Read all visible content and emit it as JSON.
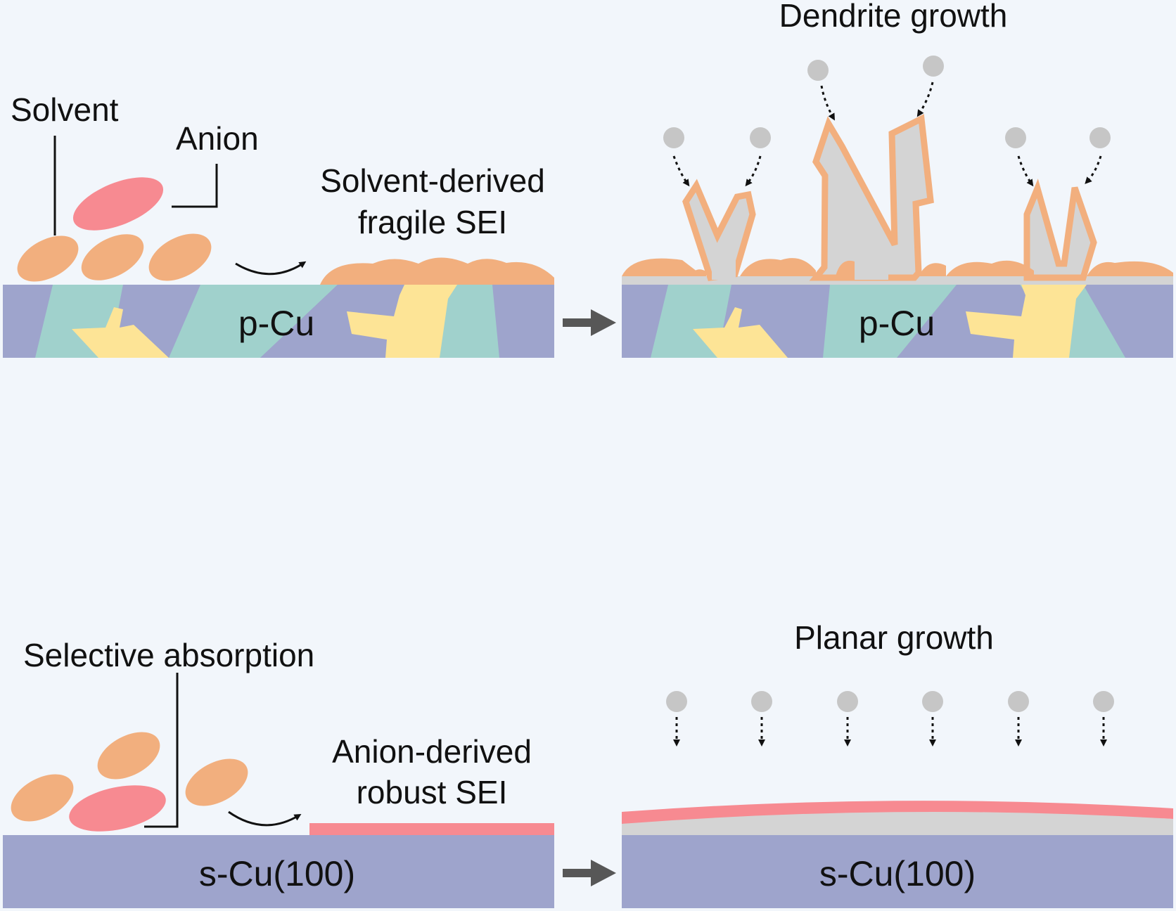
{
  "colors": {
    "background": "#f2f6fb",
    "substrate_purple": "#9ea4cc",
    "grain_teal": "#a0d1cc",
    "grain_yellow": "#fde496",
    "solvent": "#f2af7e",
    "anion": "#f78a91",
    "lithium": "#c6c6c6",
    "lithium_fill": "#d4d4d4",
    "arrow_gray": "#575757"
  },
  "top_left": {
    "solvent_label": "Solvent",
    "anion_label": "Anion",
    "sei_label_line1": "Solvent-derived",
    "sei_label_line2": "fragile SEI",
    "substrate_label": "p-Cu"
  },
  "top_right": {
    "title": "Dendrite growth",
    "substrate_label": "p-Cu"
  },
  "bottom_left": {
    "absorption_label": "Selective absorption",
    "sei_label_line1": "Anion-derived",
    "sei_label_line2": "robust SEI",
    "substrate_label": "s-Cu(100)"
  },
  "bottom_right": {
    "title": "Planar growth",
    "substrate_label": "s-Cu(100)"
  },
  "icons": [
    "curved-arrow-icon",
    "process-arrow-icon",
    "dotted-arrow-icon",
    "lithium-ion-icon"
  ]
}
